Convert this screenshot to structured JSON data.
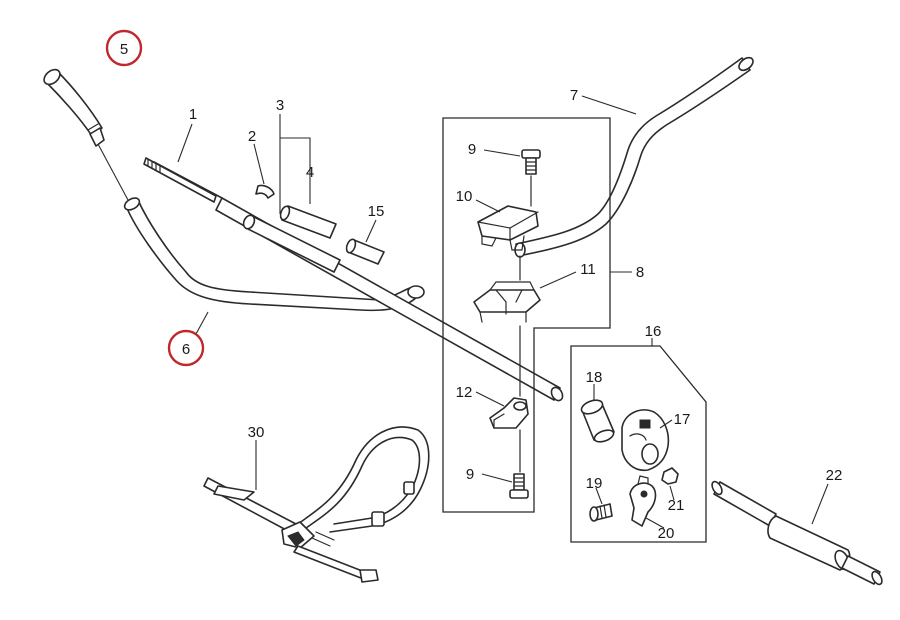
{
  "colors": {
    "line": "#2b2b2b",
    "highlight": "#c0282d",
    "background": "#ffffff"
  },
  "labels": {
    "l1": "1",
    "l2": "2",
    "l3": "3",
    "l4": "4",
    "l5": "5",
    "l6": "6",
    "l7": "7",
    "l8": "8",
    "l9a": "9",
    "l9b": "9",
    "l10": "10",
    "l11": "11",
    "l12": "12",
    "l15": "15",
    "l16": "16",
    "l17": "17",
    "l18": "18",
    "l19": "19",
    "l20": "20",
    "l21": "21",
    "l22": "22",
    "l30": "30"
  },
  "highlighted": [
    "5",
    "6"
  ]
}
